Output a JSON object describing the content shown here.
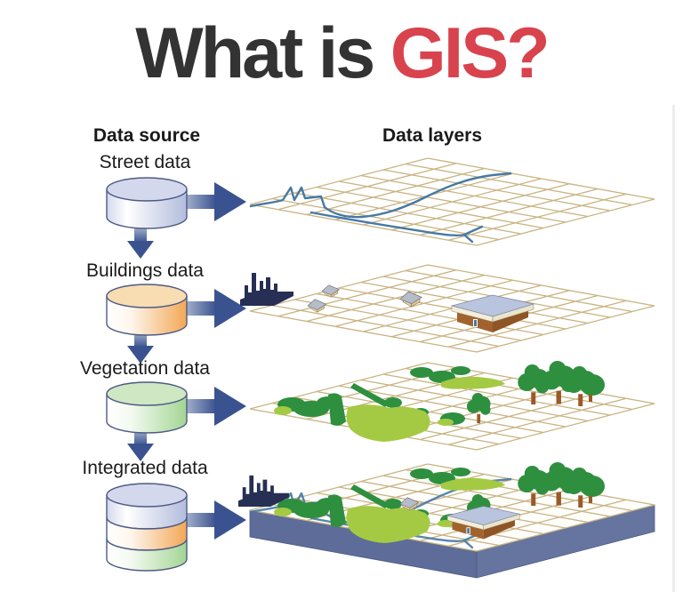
{
  "title": {
    "prefix": "What is ",
    "highlight": "GIS?"
  },
  "headers": {
    "source": "Data source",
    "layers": "Data layers"
  },
  "rows": [
    {
      "label": "Street data",
      "source_icon": "database-cylinder-blue",
      "layer_icon": "street-map-layer"
    },
    {
      "label": "Buildings data",
      "source_icon": "database-cylinder-orange",
      "layer_icon": "buildings-map-layer"
    },
    {
      "label": "Vegetation data",
      "source_icon": "database-cylinder-green",
      "layer_icon": "vegetation-map-layer"
    },
    {
      "label": "Integrated data",
      "source_icon": "database-cylinder-stacked",
      "layer_icon": "integrated-map-layer"
    }
  ],
  "colors": {
    "background": "#ffffff",
    "title_text": "#333333",
    "title_accent": "#d8434e",
    "label_text": "#1a1a1a",
    "grid": "#c9b482",
    "street": "#4579a4",
    "arrow_dark": "#3a5390",
    "arrow_light": "#c7cfdf",
    "outline": "#4d5a85",
    "cyl_blue_top": "#d3d8ec",
    "cyl_blue": "#b2bcdc",
    "cyl_orange_top": "#f8dcb2",
    "cyl_orange": "#f3a756",
    "cyl_green_top": "#cfe7c2",
    "cyl_green": "#a2d593",
    "factory": "#272f55",
    "veg_dark": "#2e8f3f",
    "veg_light": "#a4ca43",
    "trunk": "#9a5a28",
    "house_wall": "#ecd8ab",
    "house_roof": "#b6bcc8",
    "building_roof": "#b9c4de",
    "building_wall": "#a2622e",
    "building_trim": "#f3eeda",
    "block_side": "#5d6c98"
  }
}
